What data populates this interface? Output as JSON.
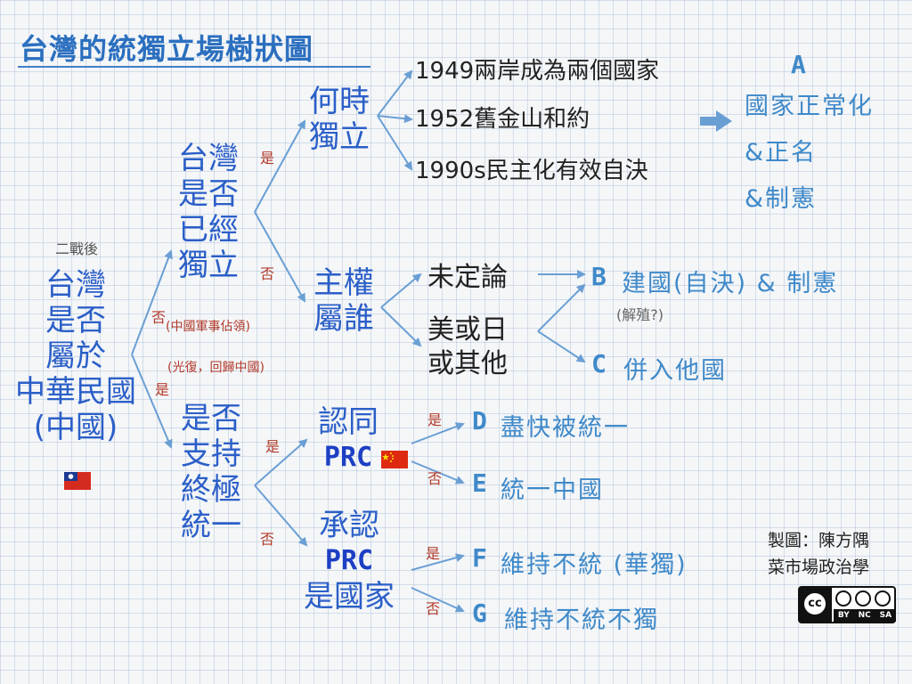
{
  "title": "台灣的統獨立場樹狀圖",
  "root": {
    "pre": "二戰後",
    "lines": [
      "台灣",
      "是否",
      "屬於",
      "中華民國",
      "(中國)"
    ]
  },
  "edges": {
    "root_no": "否",
    "root_no_note": "(中國軍事佔領)",
    "root_yes_note": "(光復，回歸中國)",
    "root_yes": "是",
    "indep_yes": "是",
    "indep_no": "否",
    "unif_yes": "是",
    "unif_no": "否",
    "prc_yes": "是",
    "prc_no": "否",
    "recog_yes": "是",
    "recog_no": "否"
  },
  "q_independent": [
    "台灣",
    "是否",
    "已經",
    "獨立"
  ],
  "q_when": [
    "何時",
    "獨立"
  ],
  "when_options": [
    "1949兩岸成為兩個國家",
    "1952舊金山和約",
    "1990s民主化有效自決"
  ],
  "q_sovereignty": [
    "主權",
    "屬誰"
  ],
  "sov_options": [
    "未定論",
    "美或日",
    "或其他"
  ],
  "q_unification": [
    "是否",
    "支持",
    "終極",
    "統一"
  ],
  "q_identify": {
    "top": "認同",
    "prc": "PRC"
  },
  "q_recognize": {
    "top": "承認",
    "prc": "PRC",
    "bottom": "是國家"
  },
  "outcomes": {
    "A": {
      "letter": "A",
      "lines": [
        "國家正常化",
        "&正名",
        "&制憲"
      ]
    },
    "B": {
      "letter": "B",
      "text": "建國(自決) & 制憲",
      "note": "(解殖?)"
    },
    "C": {
      "letter": "C",
      "text": "併入他國"
    },
    "D": {
      "letter": "D",
      "text": "盡快被統一"
    },
    "E": {
      "letter": "E",
      "text": "統一中國"
    },
    "F": {
      "letter": "F",
      "text": "維持不統 (華獨)"
    },
    "G": {
      "letter": "G",
      "text": "維持不統不獨"
    }
  },
  "credit": [
    "製圖：陳方隅",
    "菜市場政治學"
  ],
  "license": {
    "cc": "cc",
    "labels": [
      "BY",
      "NC",
      "SA"
    ]
  },
  "colors": {
    "node_blue": "#2b5fc8",
    "outcome_blue": "#3f89c9",
    "edge_label_red": "#b23a2a",
    "line_blue": "#6a9fd4"
  },
  "icons": [
    "taiwan-flag-icon",
    "china-flag-icon",
    "arrow-right-icon",
    "creative-commons-license-icon"
  ]
}
